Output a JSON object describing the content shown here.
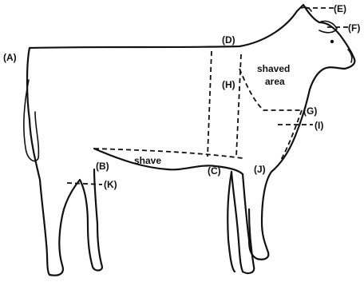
{
  "labels": {
    "A": "(A)",
    "B": "(B)",
    "C": "(C)",
    "D": "(D)",
    "E": "(E)",
    "F": "(F)",
    "G": "(G)",
    "H": "(H)",
    "I": "(I)",
    "J": "(J)",
    "K": "(K)"
  },
  "annotations": {
    "shaved_line1": "shaved",
    "shaved_line2": "area",
    "shave": "shave"
  }
}
